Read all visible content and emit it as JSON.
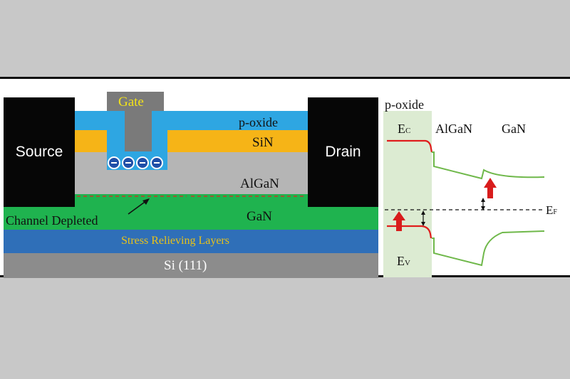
{
  "device": {
    "gate": "Gate",
    "p_oxide": "p-oxide",
    "sin": "SiN",
    "algan": "AlGaN",
    "gan": "GaN",
    "channel": "Channel Depleted",
    "stress": "Stress Relieving Layers",
    "substrate": "Si (111)",
    "source": "Source",
    "drain": "Drain",
    "colors": {
      "p_oxide": "#2ea6e2",
      "sin": "#f6b417",
      "algan": "#b5b5b5",
      "gan": "#1fb34f",
      "stress": "#2f6fb8",
      "substrate": "#8c8c8c",
      "gate": "#7a7a7a",
      "contact": "#060606",
      "gate_label": "#f2e21a",
      "stress_label": "#e8c21a"
    }
  },
  "band": {
    "p_oxide": "p-oxide",
    "ec": {
      "main": "E",
      "sub": "C"
    },
    "ev": {
      "main": "E",
      "sub": "V"
    },
    "ef": {
      "main": "E",
      "sub": "F"
    },
    "algan": "AlGaN",
    "gan": "GaN",
    "colors": {
      "oxide_region": "#dcebd2",
      "oxide_band": "#e01d1d",
      "semi_band": "#6fb84a",
      "arrow": "#d81c1c"
    }
  }
}
